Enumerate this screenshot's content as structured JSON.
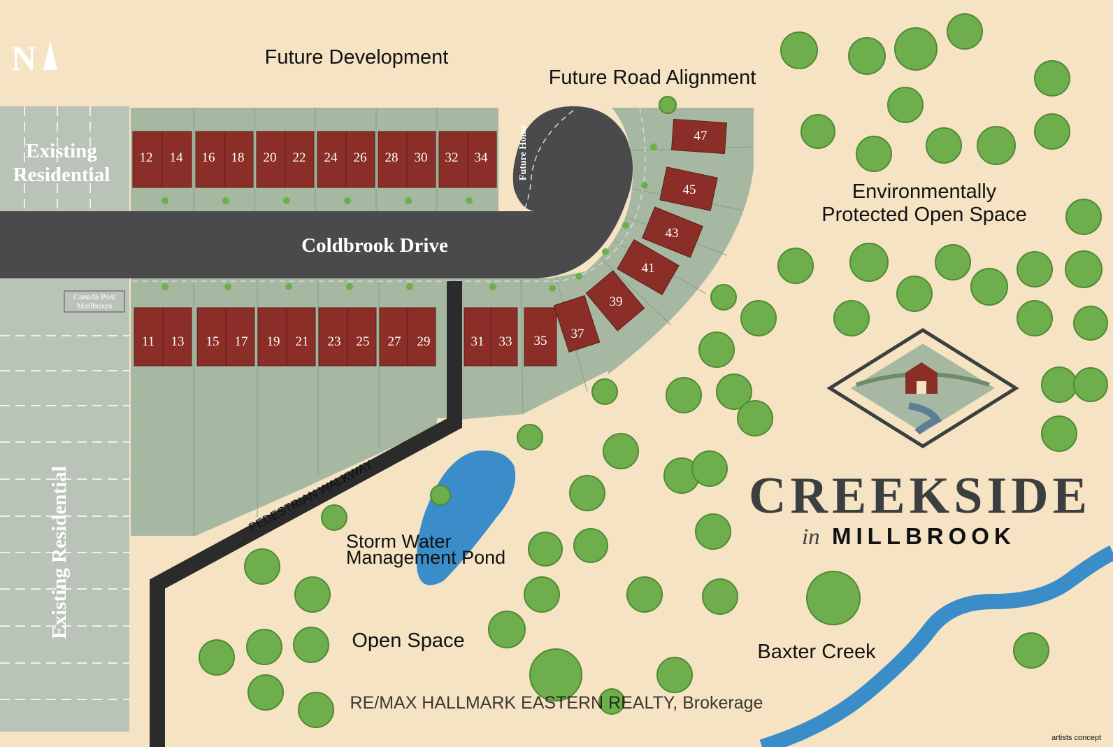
{
  "labels": {
    "north": "N",
    "future_development": "Future Development",
    "future_road": "Future Road Alignment",
    "existing_residential_top_l1": "Existing",
    "existing_residential_top_l2": "Residential",
    "existing_residential_side": "Existing Residential",
    "road_name": "Coldbrook Drive",
    "future_home": "Future Home",
    "mailboxes_l1": "Canada Post",
    "mailboxes_l2": "Mailboxes",
    "env_protected_l1": "Environmentally",
    "env_protected_l2": "Protected Open Space",
    "walkway": "PEDESTRIAN WALKWAY",
    "pond_l1": "Storm Water",
    "pond_l2": "Management Pond",
    "open_space": "Open Space",
    "creek": "Baxter Creek",
    "brand_main": "CREEKSIDE",
    "brand_in": "in",
    "brand_town": "MILLBROOK",
    "watermark": "RE/MAX HALLMARK EASTERN REALTY, Brokerage",
    "concept": "artists concept"
  },
  "lots": {
    "north": [
      "12",
      "14",
      "16",
      "18",
      "20",
      "22",
      "24",
      "26",
      "28",
      "30",
      "32",
      "34"
    ],
    "south": [
      "11",
      "13",
      "15",
      "17",
      "19",
      "21",
      "23",
      "25",
      "27",
      "29",
      "31",
      "33",
      "35"
    ],
    "curve": [
      "37",
      "39",
      "41",
      "43",
      "45",
      "47"
    ]
  },
  "colors": {
    "background": "#f6e3c4",
    "lot_green": "#a7b8a2",
    "existing": "#b9c3b7",
    "road": "#4a4a4c",
    "house": "#8a2e27",
    "water": "#3a8dc8",
    "tree": "#6fae4c",
    "logo_outline": "#3b3f3f"
  }
}
